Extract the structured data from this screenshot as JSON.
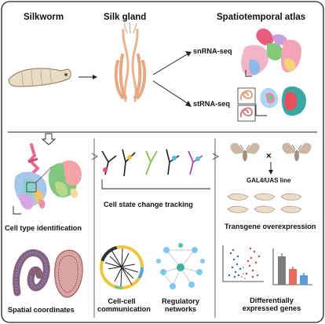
{
  "header": {
    "silkworm": "Silkworm",
    "silk_gland": "Silk gland",
    "atlas": "Spatiotemporal atlas",
    "snrna": "snRNA-seq",
    "strna": "stRNA-seq"
  },
  "panels": {
    "cell_type": "Cell type identification",
    "spatial": "Spatial coordinates",
    "tracking": "Cell state change tracking",
    "communication": "Cell-cell communication",
    "regulatory": "Regulatory networks",
    "gal4": "GAL4/UAS line",
    "overexpression": "Transgene overexpression",
    "deg": "Differentially expressed genes",
    "cross_symbol": "×"
  }
}
